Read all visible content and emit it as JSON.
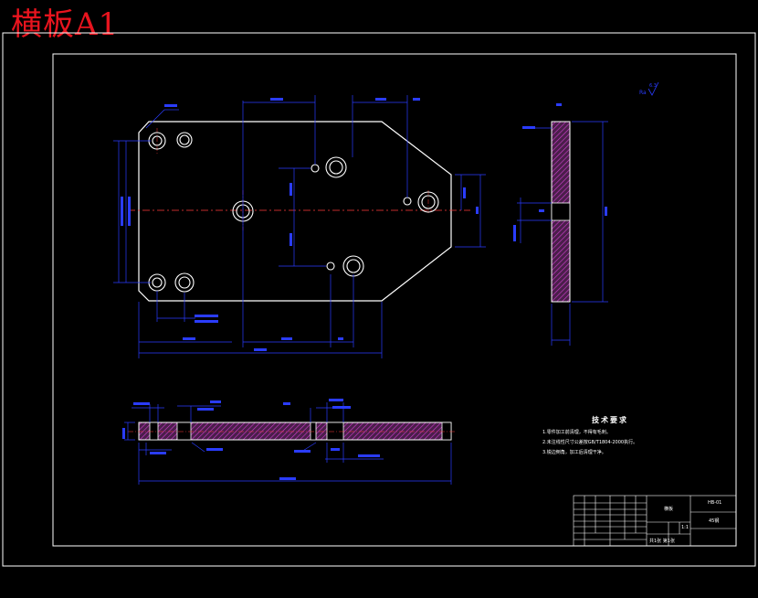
{
  "stamp_title": "横板A1",
  "roughness_mark": "Ra 6.3",
  "technical_requirements": {
    "title": "技术要求",
    "notes": [
      "1.零件加工前清理，不得有毛刺。",
      "2.未注线性尺寸公差按GB/T1804-2000执行。",
      "3.锐边倒角，加工后清理干净。"
    ]
  },
  "title_block": {
    "part_name": "横板",
    "drawing_no": "HB-01",
    "material": "45钢",
    "scale": "1:1",
    "sheet_label": "共1张 第1张"
  },
  "colors": {
    "background": "#000000",
    "frame": "#ffffff",
    "outline": "#ffffff",
    "dimension": "#2a3cff",
    "centerline": "#ff3b3b",
    "hatch": "#d040d0",
    "hatch_fill": "#4a1e4a",
    "stamp": "#e8141e"
  },
  "icons": [
    "hatched-section",
    "centerline",
    "dimension-arrow",
    "roughness-symbol"
  ]
}
